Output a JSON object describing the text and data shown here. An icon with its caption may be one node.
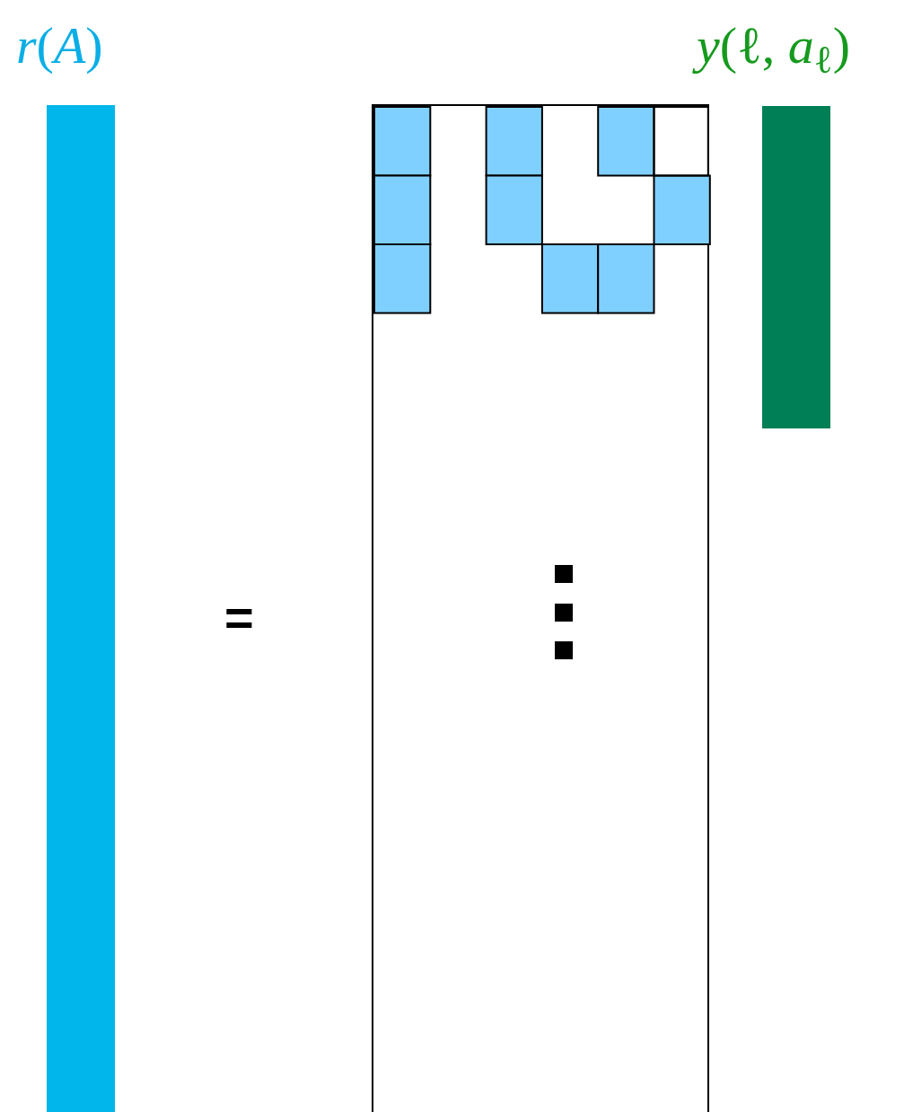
{
  "diagram": {
    "nodes": [
      {
        "text": [
          "*r*(*A*)"
        ]
      },
      {
        "text": [],
        "shape": "box"
      },
      {
        "text": [
          "*y*(ℓ, *a*$_{ℓ}$)"
        ]
      }
    ],
    "edges": [],
    "labels": [
      "="
    ]
  }
}
